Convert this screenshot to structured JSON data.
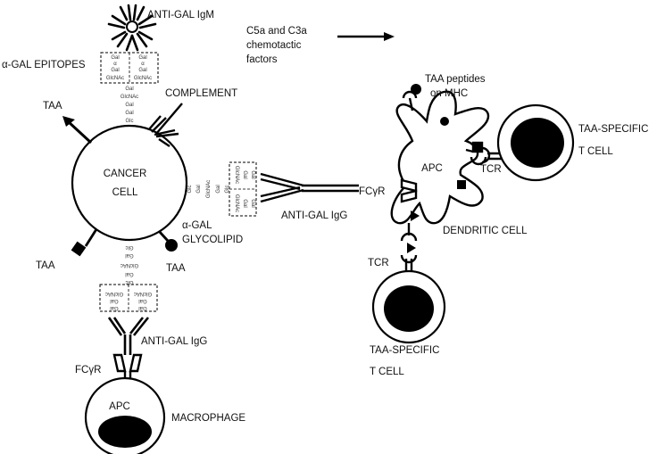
{
  "labels": {
    "anti_gal_igm": "ANTI-GAL IgM",
    "alpha_gal_epitopes": "α-GAL EPITOPES",
    "complement": "COMPLEMENT",
    "taa_top": "TAA",
    "cancer_line1": "CANCER",
    "cancer_line2": "CELL",
    "alpha_gal_line1": "α-GAL",
    "alpha_gal_line2": "GLYCOLIPID",
    "taa_left": "TAA",
    "taa_bottom": "TAA",
    "anti_gal_igg_mid": "ANTI-GAL IgG",
    "anti_gal_igg_bottom": "ANTI-GAL IgG",
    "fcgr_bottom": "FCγR",
    "apc_macrophage": "APC",
    "macrophage": "MACROPHAGE",
    "chemo_line1": "C5a and C3a",
    "chemo_line2": "chemotactic",
    "chemo_line3": "factors",
    "taa_peptides_line1": "TAA peptides",
    "taa_peptides_line2": "on MHC",
    "apc_dendritic": "APC",
    "fcgr_dendritic": "FCγR",
    "dendritic_cell": "DENDRITIC CELL",
    "tcr_right": "TCR",
    "taa_specific_right_line1": "TAA-SPECIFIC",
    "taa_specific_right_line2": "T CELL",
    "tcr_bottom": "TCR",
    "taa_specific_bottom_line1": "TAA-SPECIFIC",
    "taa_specific_bottom_line2": "T CELL"
  },
  "sugars": {
    "gal": "Gal",
    "glcnac": "GlcNAc",
    "glc": "Glc",
    "alpha": "α"
  }
}
